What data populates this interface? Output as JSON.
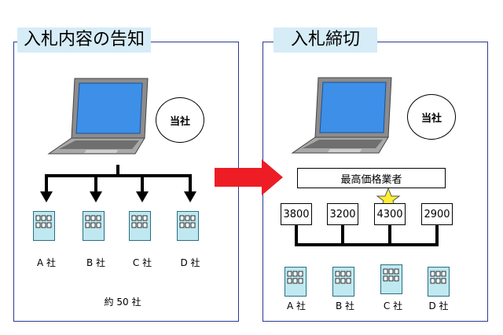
{
  "left_panel": {
    "title": "入札内容の告知",
    "circle_label": "当社",
    "companies": [
      "A 社",
      "B 社",
      "C 社",
      "D 社"
    ],
    "footer": "約 50 社"
  },
  "right_panel": {
    "title": "入札締切",
    "circle_label": "当社",
    "highest_bidder_label": "最高価格業者",
    "bids": [
      "3800",
      "3200",
      "4300",
      "2900"
    ],
    "companies": [
      "A 社",
      "B 社",
      "C 社",
      "D 社"
    ]
  },
  "colors": {
    "arrow": "#ee1c24",
    "title_bg": "#d6ecf7",
    "panel_border": "#2b3a8f",
    "building_fill": "#bfe8f0",
    "star": "#ffee33"
  }
}
